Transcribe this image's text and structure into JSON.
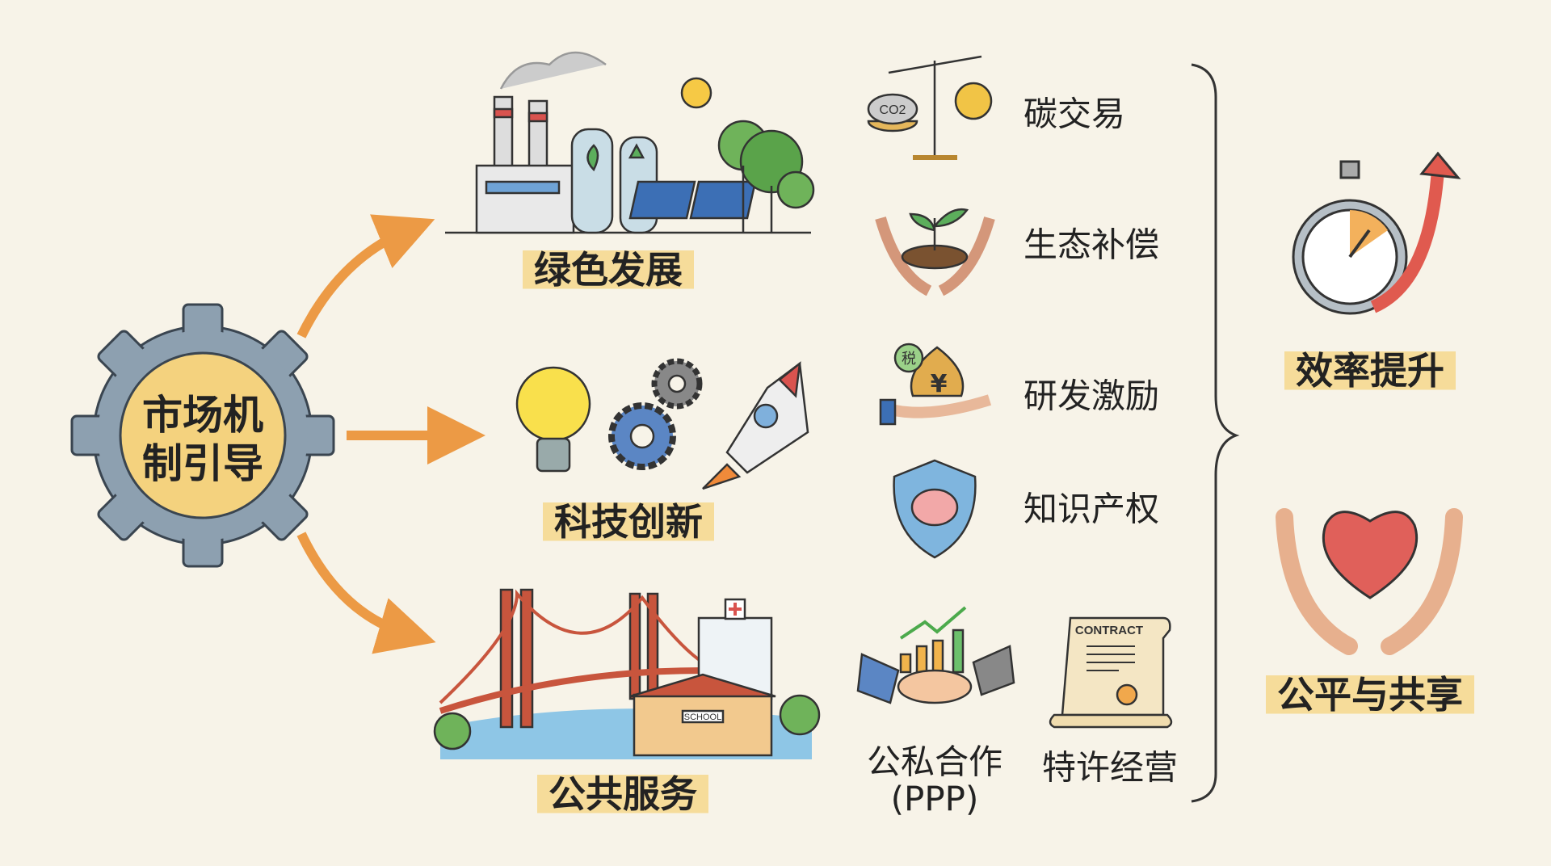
{
  "center": {
    "line1": "市场机",
    "line2": "制引导"
  },
  "branches": [
    {
      "label": "绿色发展"
    },
    {
      "label": "科技创新"
    },
    {
      "label": "公共服务"
    }
  ],
  "tools": [
    {
      "label": "碳交易",
      "icon": "carbon-scale-icon",
      "icon_text": "CO2"
    },
    {
      "label": "生态补偿",
      "icon": "seedling-hands-icon"
    },
    {
      "label": "研发激励",
      "icon": "money-bag-icon",
      "icon_text": "税",
      "currency": "¥"
    },
    {
      "label": "知识产权",
      "icon": "brain-shield-icon"
    }
  ],
  "ppp": {
    "line1": "公私合作",
    "line2": "(PPP)"
  },
  "franchise": {
    "label": "特许经营",
    "contract_text": "CONTRACT"
  },
  "school_sign": "SCHOOL",
  "outcomes": [
    {
      "label": "效率提升",
      "icon": "stopwatch-icon"
    },
    {
      "label": "公平与共享",
      "icon": "heart-hands-icon"
    }
  ],
  "colors": {
    "background": "#f7f3e8",
    "highlight": "#f6dc9a",
    "arrow": "#f0a552",
    "gear": "#7f93a3"
  }
}
